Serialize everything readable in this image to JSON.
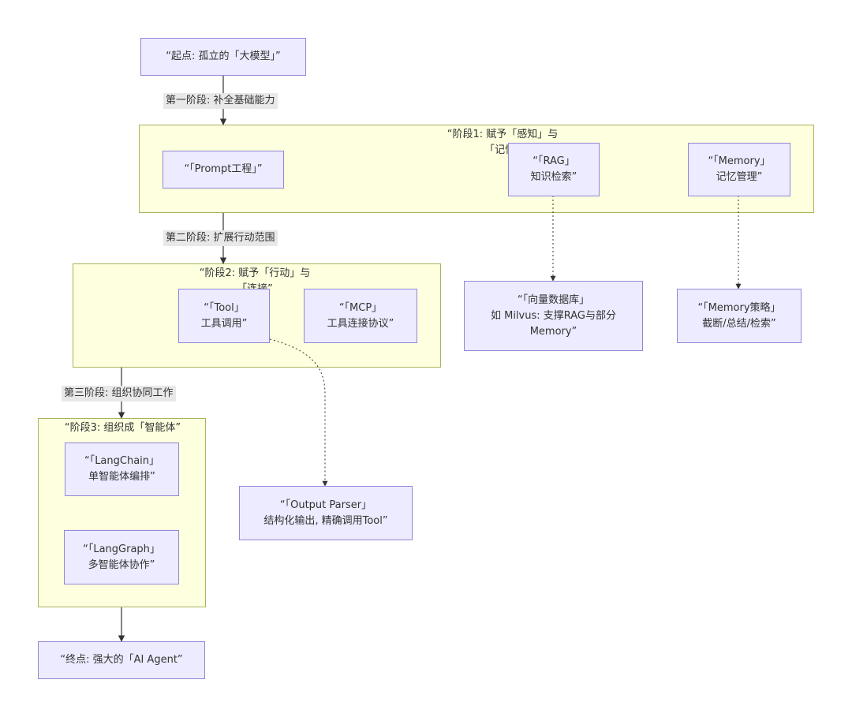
{
  "colors": {
    "node_fill": "#ecebff",
    "node_border": "#9187d8",
    "cluster_fill": "#fdffde",
    "cluster_border": "#a8b45a",
    "edge": "#333333",
    "edge_label_bg": "#e8e8e8"
  },
  "nodes": {
    "start": "“起点: 孤立的「大模型」”",
    "prompt": "“「Prompt工程」”",
    "rag": "“「RAG」\n知识检索”",
    "memory": "“「Memory」\n记忆管理”",
    "vectordb": "“「向量数据库」\n如 Milvus: 支撑RAG与部分\nMemory”",
    "memory_strategy": "“「Memory策略」\n截断/总结/检索”",
    "tool": "“「Tool」\n工具调用”",
    "mcp": "“「MCP」\n工具连接协议”",
    "output_parser": "“「Output Parser」\n结构化输出, 精确调用Tool”",
    "langchain": "“「LangChain」\n单智能体编排”",
    "langgraph": "“「LangGraph」\n多智能体协作”",
    "end": "“终点: 强大的「AI Agent”"
  },
  "clusters": {
    "stage1": "“阶段1: 赋予「感知」与\n「记忆”",
    "stage2": "“阶段2: 赋予「行动」与\n「连接”",
    "stage3": "“阶段3: 组织成「智能体”"
  },
  "edge_labels": {
    "phase1": "第一阶段: 补全基础能力",
    "phase2": "第二阶段: 扩展行动范围",
    "phase3": "第三阶段: 组织协同工作"
  }
}
